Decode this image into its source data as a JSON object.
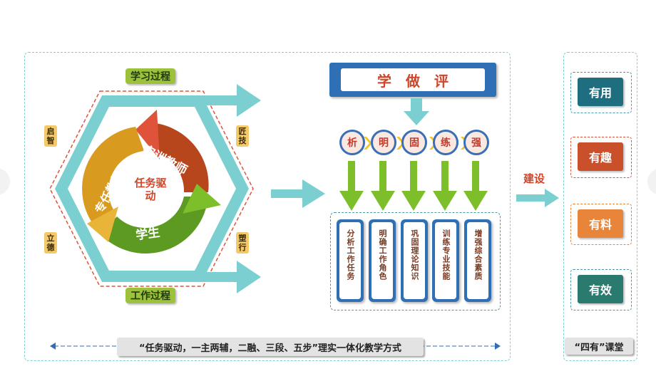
{
  "left_panel": {
    "process_top": "学习过程",
    "process_bottom": "工作过程",
    "side_labels": {
      "top_left": "启智",
      "bottom_left": "立德",
      "top_right": "匠技",
      "bottom_right": "塑行"
    },
    "cycle": {
      "center": "任务驱动",
      "segment_red": "实训教师",
      "segment_yellow": "专任教师",
      "segment_green": "学生"
    }
  },
  "middle_panel": {
    "header": "学　做　评",
    "steps": [
      "析",
      "明",
      "固",
      "练",
      "强"
    ],
    "cards": [
      "分析工作任务",
      "明确工作角色",
      "巩固理论知识",
      "训练专业技能",
      "增强综合素质"
    ]
  },
  "build_label": "建设",
  "bottom_banner": "“任务驱动，一主两辅，二融、三段、五步”理实一体化教学方式",
  "right_panel": {
    "items": [
      {
        "label": "有用",
        "color": "#1f6e7f"
      },
      {
        "label": "有趣",
        "color": "#c9502a"
      },
      {
        "label": "有料",
        "color": "#e8853b"
      },
      {
        "label": "有效",
        "color": "#2a7a6f"
      }
    ],
    "footer": "“四有”课堂"
  },
  "colors": {
    "teal": "#7ccfd0",
    "blue": "#2f6fb5",
    "green_arrow": "#7cbf2a",
    "red_dashed": "#e0533b"
  }
}
